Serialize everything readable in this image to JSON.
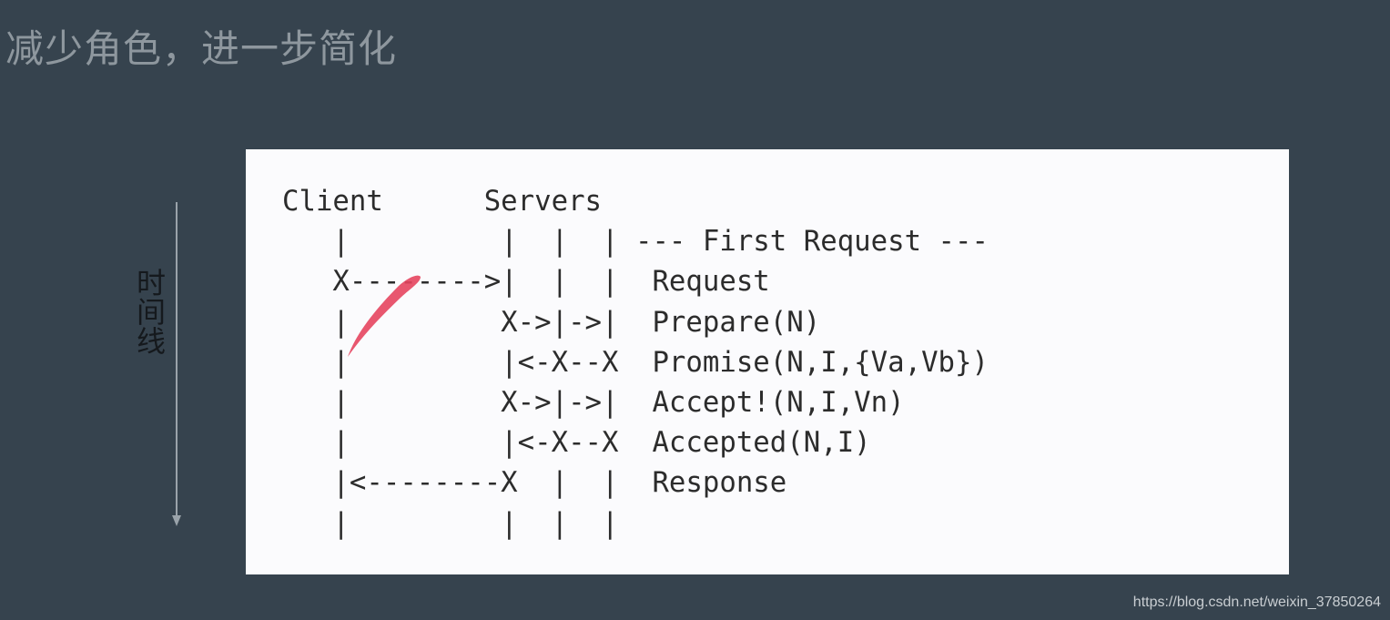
{
  "slide": {
    "title": "减少角色，进一步简化"
  },
  "timeline": {
    "label": "时间线"
  },
  "diagram": {
    "lines": [
      "Client      Servers",
      "   |         |  |  | --- First Request ---",
      "   X-------->|  |  |  Request",
      "   |         X->|->|  Prepare(N)",
      "   |         |<-X--X  Promise(N,I,{Va,Vb})",
      "   |         X->|->|  Accept!(N,I,Vn)",
      "   |         |<-X--X  Accepted(N,I)",
      "   |<--------X  |  |  Response",
      "   |         |  |  |"
    ]
  },
  "annotation": {
    "pen_color": "#e5455f"
  },
  "watermark": {
    "text": "https://blog.csdn.net/weixin_37850264"
  }
}
